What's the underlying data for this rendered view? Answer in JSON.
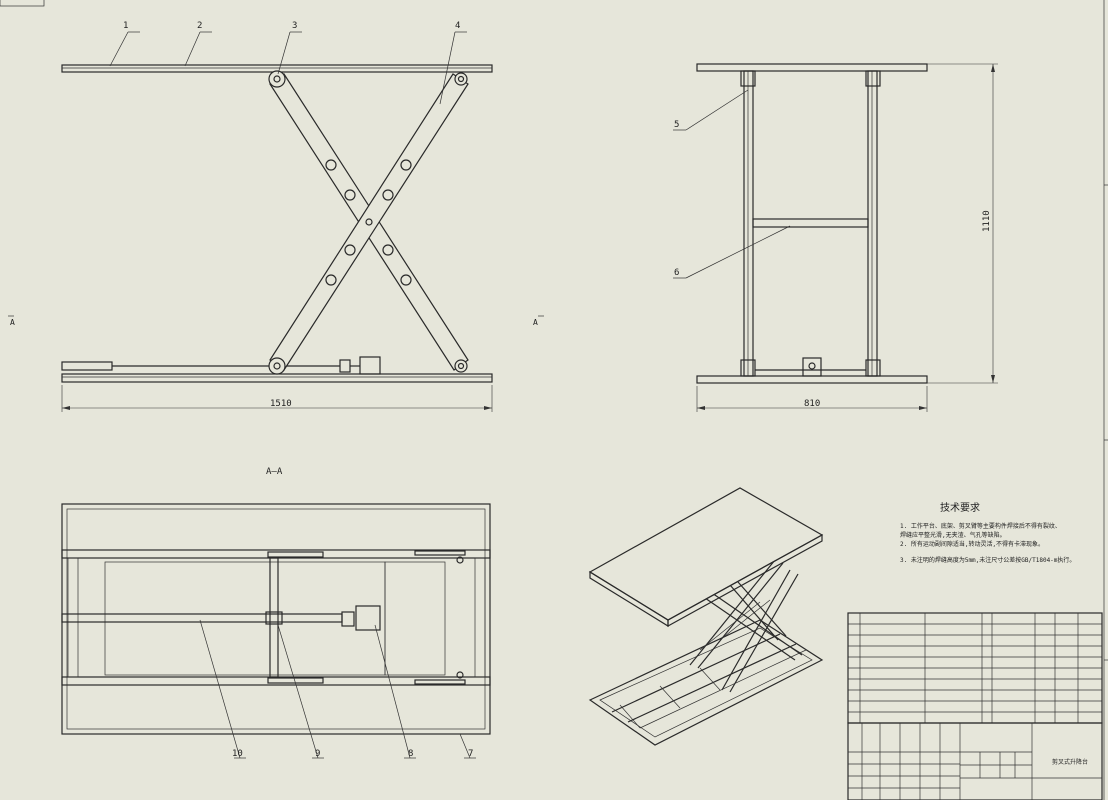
{
  "balloons": {
    "b1": "1",
    "b2": "2",
    "b3": "3",
    "b4": "4",
    "b5": "5",
    "b6": "6",
    "b7": "7",
    "b8": "8",
    "b9": "9",
    "b10": "10"
  },
  "dimensions": {
    "front_width": "1510",
    "side_width": "810",
    "side_height": "1110"
  },
  "section": {
    "label": "A—A",
    "marker": "A"
  },
  "notes": {
    "title": "技术要求",
    "items": [
      "1. 工作平台、底架、剪叉臂等主要构件焊接后不得有裂纹、",
      "   焊缝应平整光滑,无夹渣、气孔等缺陷。",
      "2. 所有运动副间隙适当,转动灵活,不得有卡滞现象。",
      "3. 未注明的焊缝高度为5mm,未注尺寸公差按GB/T1804-m执行。"
    ]
  },
  "title_block": {
    "drawing_name": "剪叉式升降台"
  }
}
